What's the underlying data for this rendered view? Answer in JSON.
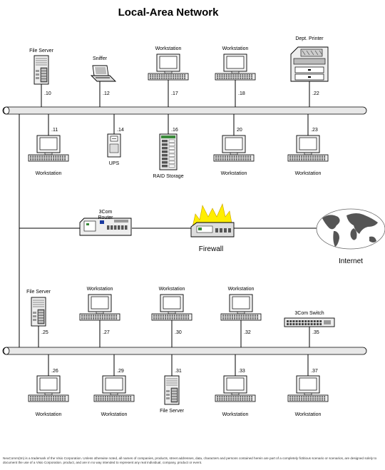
{
  "title": "Local-Area Network",
  "top_row": [
    {
      "type": "server",
      "label": "File Server",
      "addr": ".10"
    },
    {
      "type": "laptop",
      "label": "Sniffer",
      "addr": ".12"
    },
    {
      "type": "workstation",
      "label": "Workstation",
      "addr": ".17"
    },
    {
      "type": "workstation",
      "label": "Workstation",
      "addr": ".18"
    },
    {
      "type": "printer",
      "label": "Dept. Printer",
      "addr": ".22"
    }
  ],
  "upper_bottom_row": [
    {
      "type": "workstation",
      "label": "Workstation",
      "addr": ".11"
    },
    {
      "type": "ups",
      "label": "UPS",
      "addr": ".14"
    },
    {
      "type": "raid",
      "label": "RAID Storage",
      "addr": ".16"
    },
    {
      "type": "workstation",
      "label": "Workstation",
      "addr": "20"
    },
    {
      "type": "workstation",
      "label": "Workstation",
      "addr": ".23"
    }
  ],
  "middle": {
    "router_label": "3Com Router",
    "firewall_label": "Firewall",
    "internet_label": "Internet"
  },
  "lower_top_row": [
    {
      "type": "server",
      "label": "File Server",
      "addr": ".25"
    },
    {
      "type": "workstation",
      "label": "Workstation",
      "addr": ".27"
    },
    {
      "type": "workstation",
      "label": "Workstation",
      "addr": ".30"
    },
    {
      "type": "workstation",
      "label": "Workstation",
      "addr": ".32"
    },
    {
      "type": "switch",
      "label": "3Com Switch",
      "addr": ".35"
    }
  ],
  "lower_bottom_row": [
    {
      "type": "workstation",
      "label": "Workstation",
      "addr": ".26"
    },
    {
      "type": "workstation",
      "label": "Workstation",
      "addr": ".29"
    },
    {
      "type": "server",
      "label": "File Server",
      "addr": ".31"
    },
    {
      "type": "workstation",
      "label": "Workstation",
      "addr": ".33"
    },
    {
      "type": "workstation",
      "label": "Workstation",
      "addr": ".37"
    }
  ],
  "footer": "NeuComm(tm) is a trademark of the Visio Corporation. Unless otherwise noted, all names of companies, products, street addresses, data, characters and persons contained herein are part of a completely fictitious scenario or scenarios, are designed solely to document the use of a Visio Corporation. product, and are in no way intended to represent any real individual, company, product or event.",
  "colors": {
    "line": "#000000",
    "bus_fill": "#e8e8e8",
    "firewall_flame": "#ffee00",
    "device_gray": "#d8d8d8"
  }
}
